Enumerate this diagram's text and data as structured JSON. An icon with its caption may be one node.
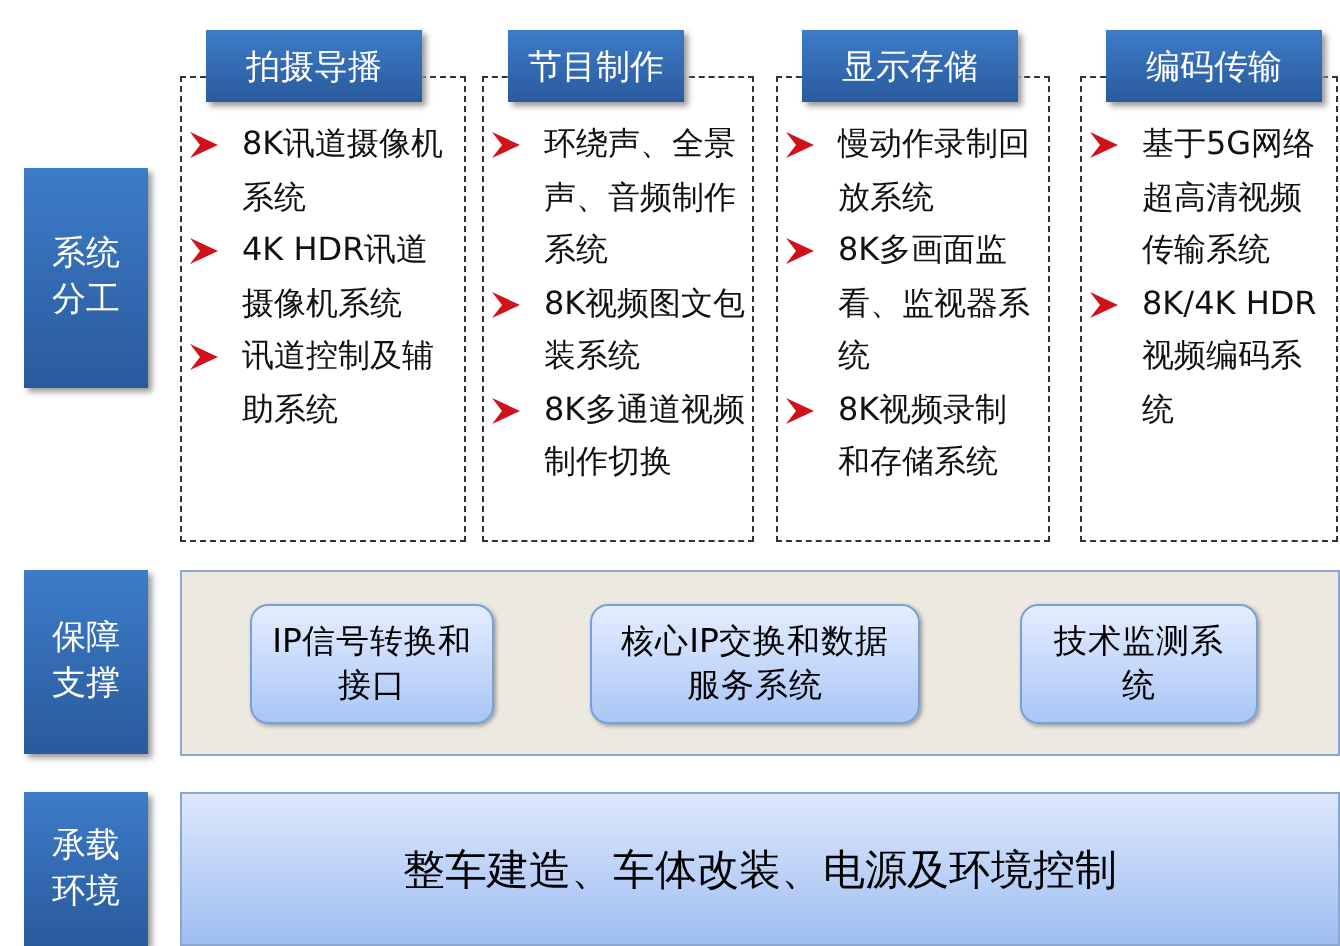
{
  "diagram": {
    "nodes": [
      {
        "text": [
          "系统分工"
        ]
      },
      {
        "text": [
          "拍摄导播",
          "8K讯道摄像机系统",
          "4K HDR讯道摄像机系统",
          "讯道控制及辅助系统"
        ]
      },
      {
        "text": [
          "节目制作",
          "环绕声、全景声、音频制作系统",
          "8K视频图文包装系统",
          "8K多通道视频制作切换"
        ]
      },
      {
        "text": [
          "显示存储",
          "慢动作录制回放系统",
          "8K多画面监看、监视器系统",
          "8K视频录制和存储系统"
        ]
      },
      {
        "text": [
          "编码传输",
          "基于5G网络超高清视频传输系统",
          "8K/4K HDR视频编码系统"
        ]
      },
      {
        "text": [
          "保障支撑"
        ]
      },
      {
        "text": [],
        "shape": "box"
      },
      {
        "text": [
          "IP信号转换和接口"
        ],
        "in": 6
      },
      {
        "text": [
          "核心IP交换和数据服务系统"
        ],
        "in": 6
      },
      {
        "text": [
          "技术监测系统"
        ],
        "in": 6
      },
      {
        "text": [
          "承载环境"
        ]
      },
      {
        "text": [
          "整车建造、车体改装、电源及环境控制"
        ]
      }
    ]
  }
}
